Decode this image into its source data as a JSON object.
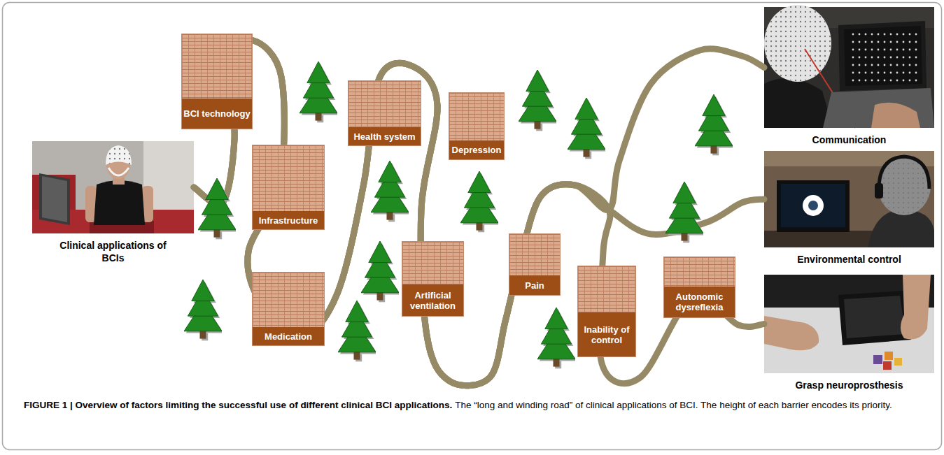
{
  "diagram": {
    "title": "FIGURE 1 | Overview of factors limiting the successful use of different clinical BCI applications.",
    "caption": "The “long and winding road” of clinical applications of BCI. The height of each barrier encodes its priority.",
    "nodes": [
      {
        "text": [
          "Clinical applications of BCIs"
        ]
      },
      {
        "text": [
          "BCI technology"
        ]
      },
      {
        "text": [
          "Infrastructure"
        ]
      },
      {
        "text": [
          "Medication"
        ]
      },
      {
        "text": [
          "Health system"
        ]
      },
      {
        "text": [
          "Artificial ventilation"
        ]
      },
      {
        "text": [
          "Depression"
        ]
      },
      {
        "text": [
          "Pain"
        ]
      },
      {
        "text": [
          "Inability of control"
        ]
      },
      {
        "text": [
          "Autonomic dysreflexia"
        ]
      },
      {
        "text": [
          "Communication"
        ]
      },
      {
        "text": [
          "Environmental control"
        ]
      },
      {
        "text": [
          "Grasp neuroprosthesis"
        ]
      }
    ],
    "edges": [
      {
        "from": 0,
        "to": 10,
        "arrow": "none"
      },
      {
        "from": 0,
        "to": 11,
        "arrow": "none"
      },
      {
        "from": 0,
        "to": 12,
        "arrow": "none"
      }
    ]
  }
}
